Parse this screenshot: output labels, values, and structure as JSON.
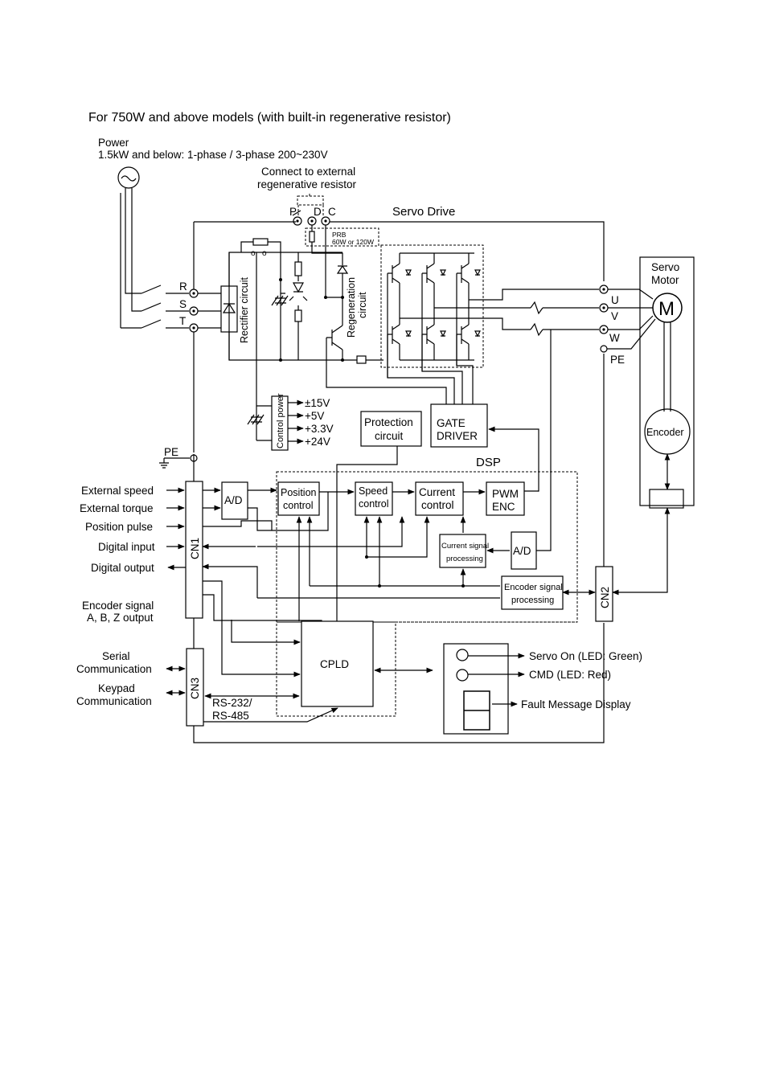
{
  "title": "For 750W and above models (with built-in regenerative resistor)",
  "power": {
    "label": "Power",
    "spec": "1.5kW and below: 1-phase / 3-phase 200~230V",
    "symbol": "~"
  },
  "external_resistor": {
    "line1": "Connect to external",
    "line2": "regenerative resistor"
  },
  "terminals": {
    "p": "P",
    "d": "D",
    "c": "C",
    "r": "R",
    "s": "S",
    "t": "T",
    "u": "U",
    "v": "V",
    "w": "W",
    "pe_motor": "PE",
    "pe_left": "PE"
  },
  "drive_title": "Servo Drive",
  "prb": {
    "line1": "PRB",
    "line2": "60W or 120W"
  },
  "rectifier": "Rectifier circuit",
  "regeneration": {
    "line1": "Regeneration",
    "line2": "circuit"
  },
  "control_power": {
    "label": "Control power",
    "outputs": [
      "±15V",
      "+5V",
      "+3.3V",
      "+24V"
    ]
  },
  "protection": {
    "line1": "Protection",
    "line2": "circuit"
  },
  "gate_driver": {
    "line1": "GATE",
    "line2": "DRIVER"
  },
  "motor": {
    "line1": "Servo",
    "line2": "Motor",
    "symbol": "M",
    "encoder": "Encoder"
  },
  "dsp": {
    "title": "DSP",
    "position": {
      "line1": "Position",
      "line2": "control"
    },
    "speed": {
      "line1": "Speed",
      "line2": "control"
    },
    "current": {
      "line1": "Current",
      "line2": "control"
    },
    "pwm": {
      "line1": "PWM",
      "line2": "ENC"
    },
    "ad_left": "A/D",
    "ad_right": "A/D",
    "current_signal": {
      "line1": "Current signal",
      "line2": "processing"
    },
    "encoder_signal": {
      "line1": "Encoder signal",
      "line2": "processing"
    }
  },
  "connectors": {
    "cn1": "CN1",
    "cn2": "CN2",
    "cn3": "CN3"
  },
  "cn1_signals": [
    "External speed",
    "External torque",
    "Position pulse",
    "Digital input",
    "Digital output"
  ],
  "encoder_output": {
    "line1": "Encoder signal",
    "line2": "A, B, Z output"
  },
  "cn3_signals": {
    "serial1": "Serial",
    "serial2": "Communication",
    "keypad1": "Keypad",
    "keypad2": "Communication"
  },
  "rs": {
    "line1": "RS-232/",
    "line2": "RS-485"
  },
  "cpld": "CPLD",
  "indicators": {
    "servo_on": "Servo On (LED: Green)",
    "cmd": "CMD (LED: Red)",
    "fault": "Fault Message Display"
  }
}
